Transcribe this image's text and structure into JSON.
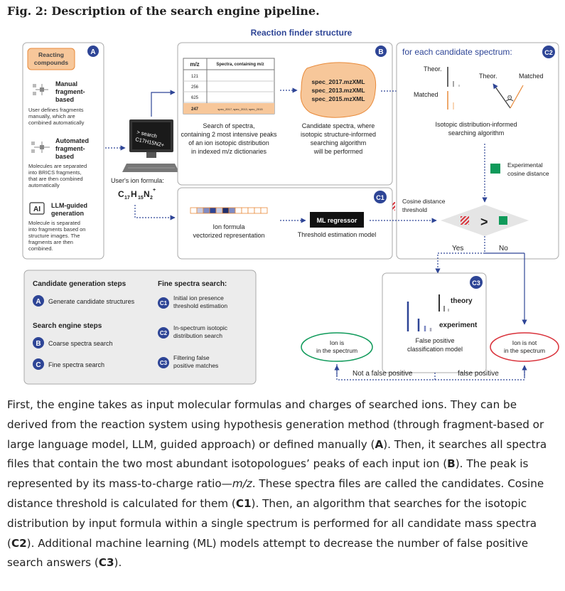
{
  "caption": "Fig. 2: Description of the search engine pipeline.",
  "figure": {
    "title": "Reaction finder structure",
    "panel_a": {
      "badge": "A",
      "reacting": [
        "Reacting",
        "compounds"
      ],
      "manual_title": [
        "Manual",
        "fragment-",
        "based"
      ],
      "manual_desc": [
        "User defines fragments",
        "manually, which are",
        "combined automatically"
      ],
      "auto_title": [
        "Automated",
        "fragment-",
        "based"
      ],
      "auto_desc": [
        "Molecules are separated",
        "into BRICS fragments,",
        "that are then combined",
        "automatically"
      ],
      "llm_badge": "AI",
      "llm_title": [
        "LLM-guided",
        "generation"
      ],
      "llm_desc": [
        "Molecule is separated",
        "into fragments based on",
        "structure images. The",
        "fragments are then",
        "combined."
      ]
    },
    "computer": {
      "screen": [
        "> search",
        "C17H15N2+"
      ],
      "formula_label": "User's ion formula:",
      "formula_base": [
        "C",
        "H",
        "N"
      ],
      "formula_sub": [
        "17",
        "15",
        "2"
      ],
      "formula_sup": "+"
    },
    "panel_b": {
      "badge": "B",
      "table_headers": [
        "m/z",
        "Spectra, containing m/z"
      ],
      "table_rows": [
        [
          "121",
          ""
        ],
        [
          "256",
          ""
        ],
        [
          "625",
          ""
        ],
        [
          "247",
          "spec_2017, spec_2013, spec_2015"
        ]
      ],
      "search_desc": [
        "Search of spectra,",
        "containing 2 most intensive peaks",
        "of an ion isotopic distribution",
        "in indexed m/z dictionaries"
      ],
      "candidate_files": [
        "spec_2017.mzXML",
        "spec_2013.mzXML",
        "spec_2015.mzXML"
      ],
      "candidate_desc": [
        "Candidate spectra, where",
        "isotopic structure-informed",
        "searching algorithm",
        "will be performed"
      ]
    },
    "panel_c2": {
      "header": "for each candidate spectrum:",
      "badge": "C2",
      "theor_left": "Theor.",
      "matched_left": "Matched",
      "theor_right": "Theor.",
      "matched_right": "Matched",
      "theta": "Θ",
      "desc": [
        "Isotopic distribution-informed",
        "searching algorithm"
      ],
      "experimental": [
        "Experimental",
        "cosine distance"
      ],
      "cosine_threshold": [
        "Cosine distance",
        "threshold"
      ],
      "compare": ">",
      "yes": "Yes",
      "no": "No"
    },
    "panel_c1": {
      "badge": "C1",
      "vector_desc": [
        "Ion formula",
        "vectorized representation"
      ],
      "regressor": "ML regressor",
      "threshold_desc": "Threshold estimation model"
    },
    "panel_c3": {
      "badge": "C3",
      "theory": "theory",
      "experiment": "experiment",
      "desc": [
        "False positive",
        "classification model"
      ],
      "in_spectrum": [
        "Ion is",
        "in the spectrum"
      ],
      "not_in_spectrum": [
        "Ion is not",
        "in the spectrum"
      ],
      "not_false_positive": "Not a false positive",
      "false_positive": "false positive"
    },
    "legend": {
      "candidate_title": "Candidate generation steps",
      "a_label": "Generate candidate structures",
      "engine_title": "Search engine steps",
      "b_label": "Coarse spectra search",
      "c_label": "Fine spectra search",
      "fine_title": "Fine spectra search:",
      "c1_label": [
        "Initial ion presence",
        "threshold estimation"
      ],
      "c2_label": [
        "In-spectrum isotopic",
        "distribution search"
      ],
      "c3_label": [
        "Filtering false",
        "positive matches"
      ],
      "badges": [
        "A",
        "B",
        "C",
        "C1",
        "C2",
        "C3"
      ]
    },
    "colors": {
      "blue": "#2e4596",
      "orange_fill": "#f7c79a",
      "orange_stroke": "#e88a3a",
      "green": "#0f9a5a",
      "red": "#d9313a",
      "gray_box": "#ececec"
    }
  },
  "text_lines": [
    "First, the engine takes as input molecular formulas and charges of searched ions. They can be",
    "derived from the reaction system using hypothesis generation method (through fragment-based or",
    "large language model, LLM, guided approach) or defined manually (",
    "files that contain the two most abundant isotopologues’ peaks of each input ion (",
    "represented by its mass-to-charge ratio—",
    "distance threshold is calculated for them (",
    "distribution by input formula within a single spectrum is performed for all candidate mass spectra",
    "(",
    "search answers ("
  ],
  "text_parts": {
    "l3_a": "A",
    "l3_b": "). Then, it searches all spectra",
    "l4_b": "B",
    "l4_c": "). The peak is",
    "l5_mz": "m/z",
    "l5_c": ". These spectra files are called the candidates. Cosine",
    "l6_c1": "C1",
    "l6_c": "). Then, an algorithm that searches for the isotopic",
    "l8_c2": "C2",
    "l8_c": "). Additional machine learning (ML) models attempt to decrease the number of false positive",
    "l9_c3": "C3",
    "l9_c": ")."
  }
}
